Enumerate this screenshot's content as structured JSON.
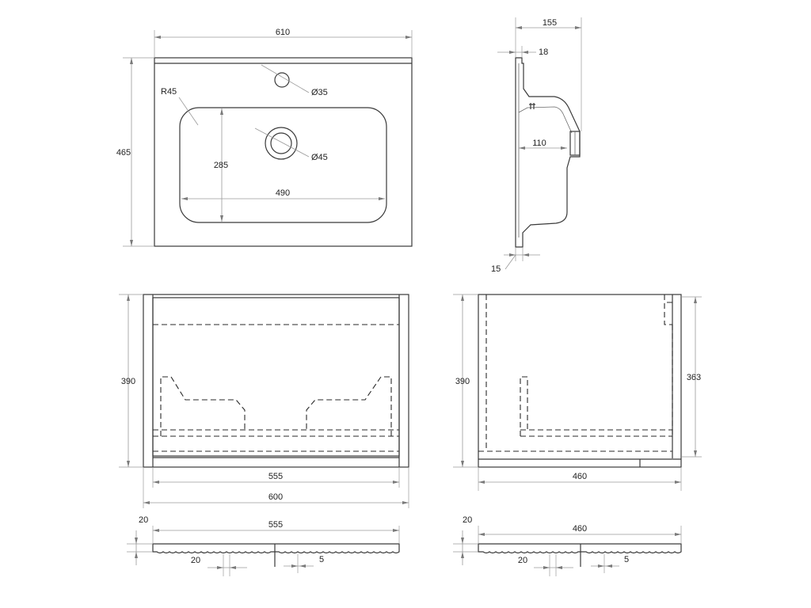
{
  "top_view": {
    "overall_width": "610",
    "overall_depth": "465",
    "corner_radius": "R45",
    "tap_hole": "Ø35",
    "drain_hole": "Ø45",
    "bowl_width": "490",
    "bowl_depth": "285"
  },
  "side_section": {
    "total_depth": "155",
    "rim_thickness": "18",
    "bowl_depth": "110",
    "bottom_thickness": "15"
  },
  "front_view": {
    "height": "390",
    "inner_width": "555",
    "outer_width": "600"
  },
  "side_view": {
    "height": "390",
    "inner_height": "363",
    "depth": "460"
  },
  "shelf_front": {
    "thickness": "20",
    "length": "555",
    "groove_pitch": "20",
    "gap": "5"
  },
  "shelf_side": {
    "thickness": "20",
    "length": "460",
    "groove_pitch": "20",
    "gap": "5"
  }
}
